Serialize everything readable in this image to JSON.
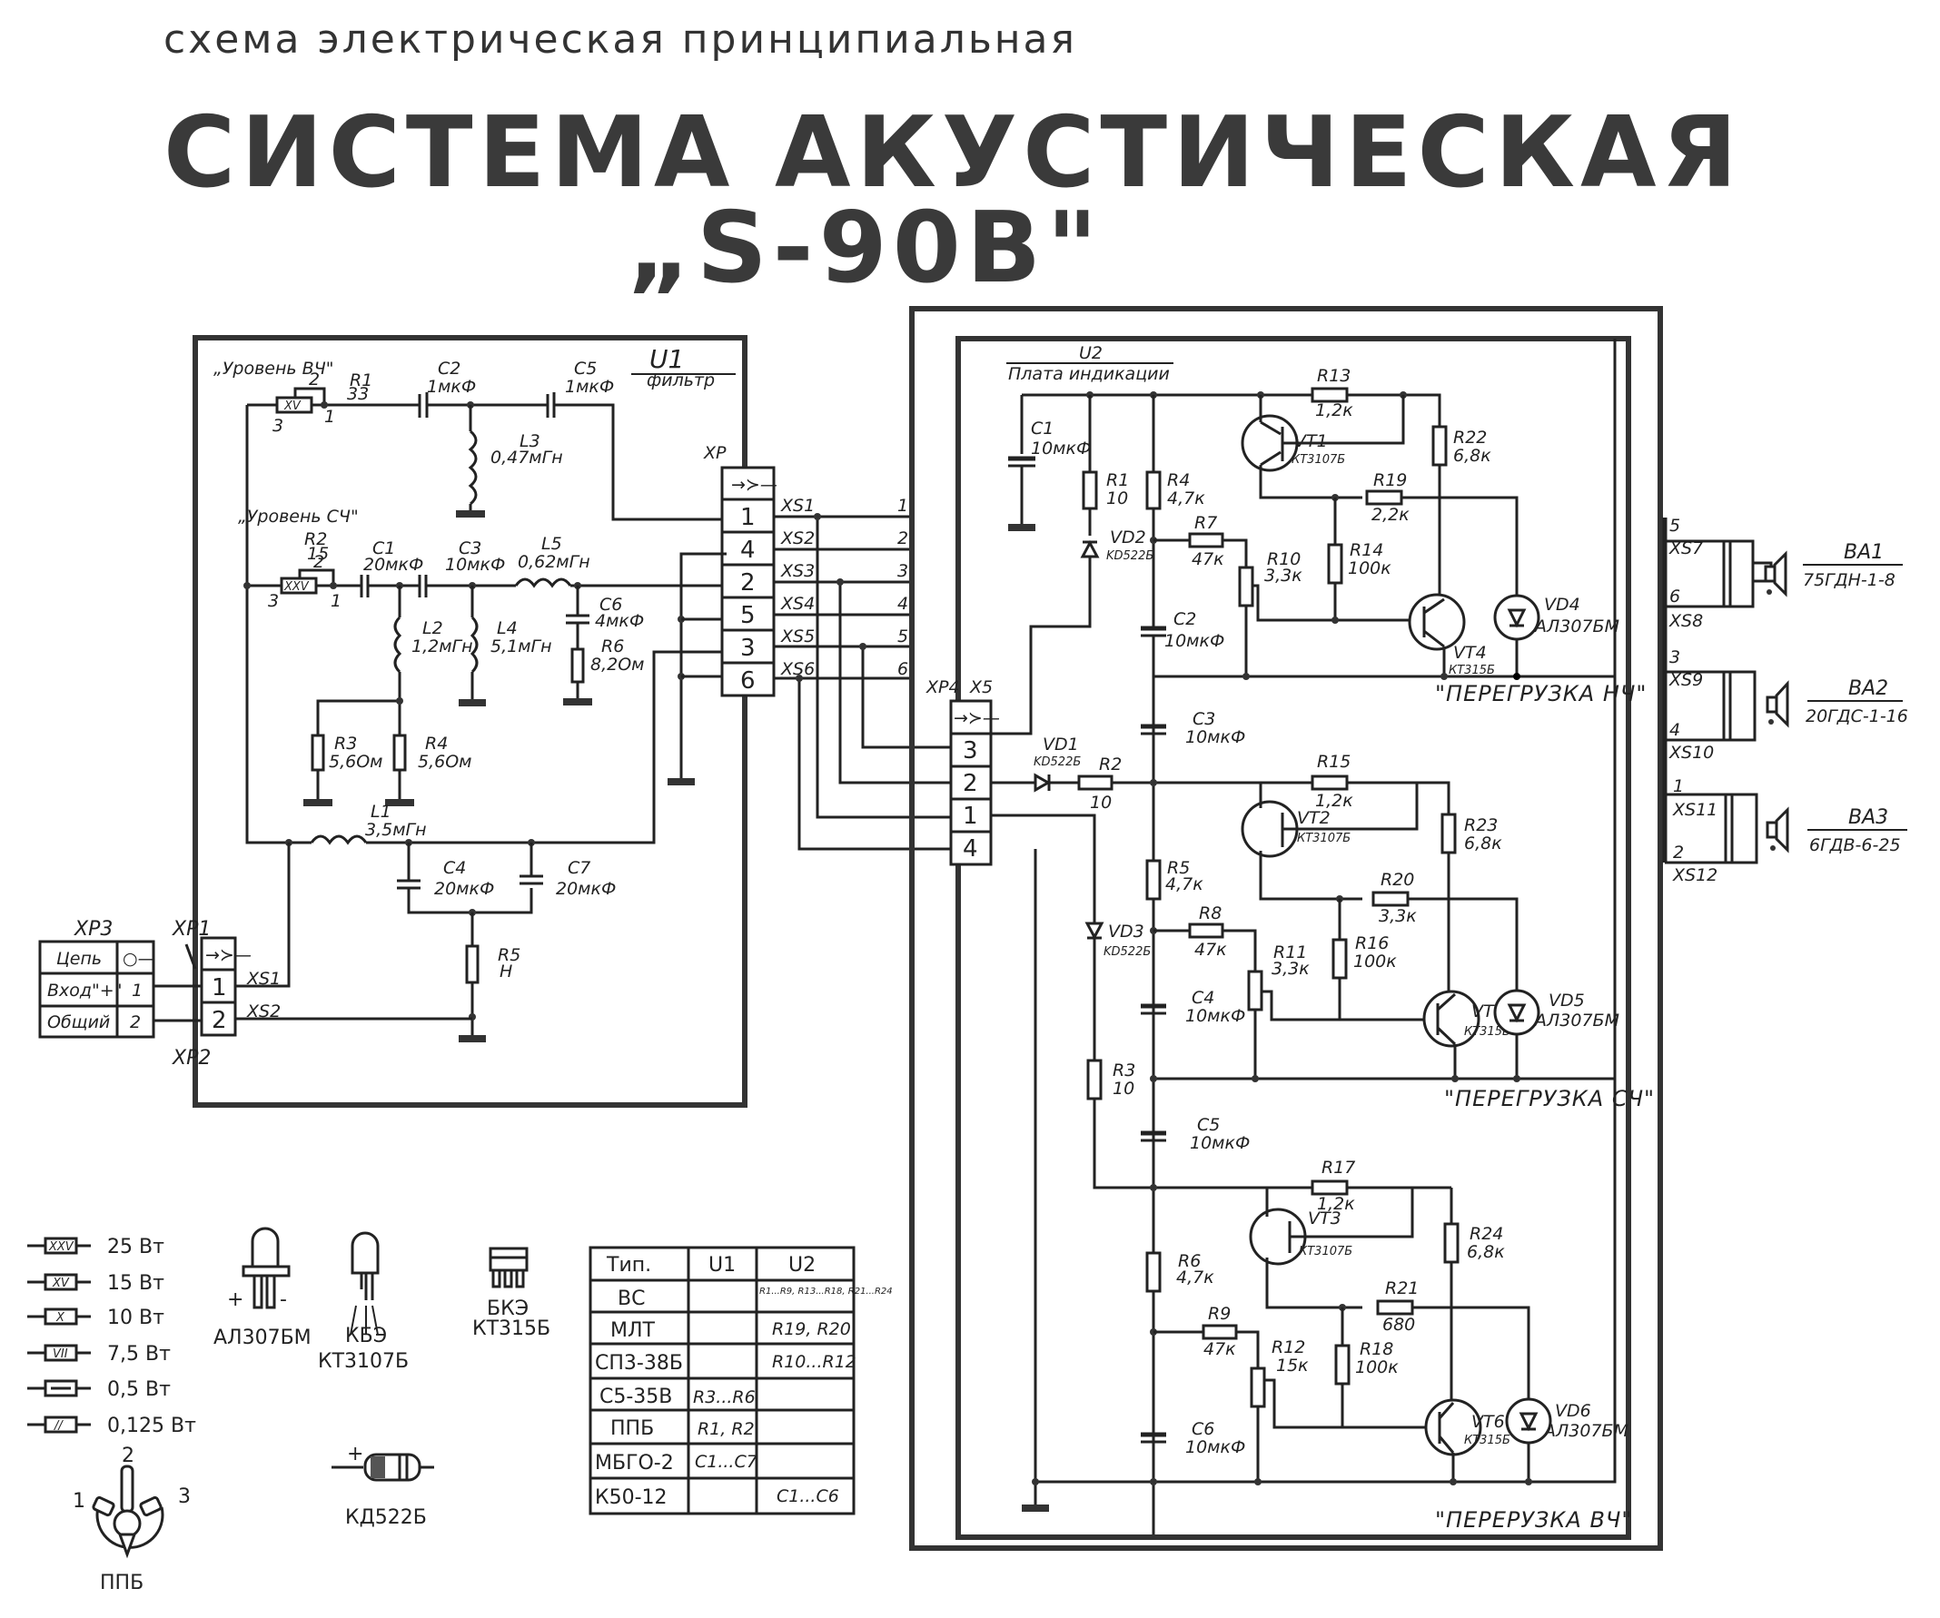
{
  "header": {
    "subtitle": "схема электрическая принципиальная",
    "title": "СИСТЕМА АКУСТИЧЕСКАЯ",
    "model": "„S-90В\""
  },
  "u1": {
    "name": "U1",
    "desc": "фильтр",
    "level_hf": "„Уровень ВЧ\"",
    "level_mf": "„Уровень СЧ\"",
    "components": {
      "R1": {
        "ref": "R1",
        "value": "33",
        "pins": [
          "3",
          "2",
          "1"
        ]
      },
      "R2": {
        "ref": "R2",
        "value": "15",
        "pins": [
          "3",
          "2",
          "1"
        ]
      },
      "C2": {
        "ref": "C2",
        "value": "1мкФ"
      },
      "C5": {
        "ref": "C5",
        "value": "1мкФ"
      },
      "L3": {
        "ref": "L3",
        "value": "0,47мГн"
      },
      "C1": {
        "ref": "C1",
        "value": "20мкФ"
      },
      "C3": {
        "ref": "C3",
        "value": "10мкФ"
      },
      "L5": {
        "ref": "L5",
        "value": "0,62мГн"
      },
      "C6": {
        "ref": "C6",
        "value": "4мкФ"
      },
      "R6": {
        "ref": "R6",
        "value": "8,2Ом"
      },
      "L2": {
        "ref": "L2",
        "value": "1,2мГн"
      },
      "L4": {
        "ref": "L4",
        "value": "5,1мГн"
      },
      "R3": {
        "ref": "R3",
        "value": "5,6Ом"
      },
      "R4": {
        "ref": "R4",
        "value": "5,6Ом"
      },
      "L1": {
        "ref": "L1",
        "value": "3,5мГн"
      },
      "C4": {
        "ref": "C4",
        "value": "20мкФ"
      },
      "C7": {
        "ref": "C7",
        "value": "20мкФ"
      },
      "R5": {
        "ref": "R5",
        "value": "Н"
      }
    },
    "xp": {
      "name": "XP",
      "pins": [
        "1",
        "4",
        "2",
        "5",
        "3",
        "6"
      ],
      "sockets": [
        "XS1",
        "XS2",
        "XS3",
        "XS4",
        "XS5",
        "XS6"
      ],
      "wire_nums": [
        "1",
        "2",
        "3",
        "4",
        "5",
        "6"
      ]
    }
  },
  "input": {
    "xp3": "XP3",
    "xp1": "XP1",
    "xp2": "XP2",
    "rows": [
      {
        "label": "Цепь",
        "pin": "○—"
      },
      {
        "label": "Вход\"+\"",
        "pin": "1"
      },
      {
        "label": "Общий",
        "pin": "2"
      }
    ],
    "connector_pins": [
      "1",
      "2"
    ],
    "sockets": [
      "XS1",
      "XS2"
    ]
  },
  "u2": {
    "name": "U2",
    "desc": "Плата индикации",
    "xp4": "XP4",
    "xs5": "X5",
    "pins": [
      "3",
      "2",
      "1",
      "4"
    ],
    "components": {
      "C1": {
        "ref": "C1",
        "value": "10мкФ"
      },
      "R1": {
        "ref": "R1",
        "value": "10"
      },
      "VD2": {
        "ref": "VD2",
        "value": "KD522Б"
      },
      "R4": {
        "ref": "R4",
        "value": "4,7к"
      },
      "R7": {
        "ref": "R7",
        "value": "47к"
      },
      "R10": {
        "ref": "R10",
        "value": "3,3к"
      },
      "C2": {
        "ref": "C2",
        "value": "10мкФ"
      },
      "R13": {
        "ref": "R13",
        "value": "1,2к"
      },
      "VT1": {
        "ref": "VT1",
        "value": "КТ3107Б"
      },
      "R22": {
        "ref": "R22",
        "value": "6,8к"
      },
      "R19": {
        "ref": "R19",
        "value": "2,2к"
      },
      "R14": {
        "ref": "R14",
        "value": "100к"
      },
      "VT4": {
        "ref": "VT4",
        "value": "КТ315Б"
      },
      "VD4": {
        "ref": "VD4",
        "value": "АЛ307БМ"
      },
      "C3": {
        "ref": "C3",
        "value": "10мкФ"
      },
      "VD1": {
        "ref": "VD1",
        "value": "KD522Б"
      },
      "R2": {
        "ref": "R2",
        "value": "10"
      },
      "R15": {
        "ref": "R15",
        "value": "1,2к"
      },
      "VT2": {
        "ref": "VT2",
        "value": "КТ3107Б"
      },
      "R23": {
        "ref": "R23",
        "value": "6,8к"
      },
      "R5": {
        "ref": "R5",
        "value": "4,7к"
      },
      "R20": {
        "ref": "R20",
        "value": "3,3к"
      },
      "R8": {
        "ref": "R8",
        "value": "47к"
      },
      "R11": {
        "ref": "R11",
        "value": "3,3к"
      },
      "R16": {
        "ref": "R16",
        "value": "100к"
      },
      "VD3": {
        "ref": "VD3",
        "value": "KD522Б"
      },
      "C4": {
        "ref": "C4",
        "value": "10мкФ"
      },
      "VT5": {
        "ref": "VT5",
        "value": "КТ315Б"
      },
      "VD5": {
        "ref": "VD5",
        "value": "АЛ307БМ"
      },
      "R3": {
        "ref": "R3",
        "value": "10"
      },
      "C5": {
        "ref": "C5",
        "value": "10мкФ"
      },
      "R17": {
        "ref": "R17",
        "value": "1,2к"
      },
      "VT3": {
        "ref": "VT3",
        "value": "КТ3107Б"
      },
      "R24": {
        "ref": "R24",
        "value": "6,8к"
      },
      "R6": {
        "ref": "R6",
        "value": "4,7к"
      },
      "R21": {
        "ref": "R21",
        "value": "680"
      },
      "R9": {
        "ref": "R9",
        "value": "47к"
      },
      "R12": {
        "ref": "R12",
        "value": "15к"
      },
      "R18": {
        "ref": "R18",
        "value": "100к"
      },
      "VT6": {
        "ref": "VT6",
        "value": "КТ315Б"
      },
      "VD6": {
        "ref": "VD6",
        "value": "АЛ307БМ"
      },
      "C6": {
        "ref": "C6",
        "value": "10мкФ"
      }
    },
    "overload_lf": "\"ПЕРЕГРУЗКА НЧ\"",
    "overload_mf": "\"ПЕРЕГРУЗКА СЧ\"",
    "overload_hf": "\"ПЕРЕРУЗКА ВЧ\""
  },
  "speakers": [
    {
      "ref": "BA1",
      "model": "75ГДН-1-8",
      "pins": [
        "5",
        "6"
      ],
      "sockets": [
        "XS7",
        "XS8"
      ]
    },
    {
      "ref": "BA2",
      "model": "20ГДС-1-16",
      "pins": [
        "3",
        "4"
      ],
      "sockets": [
        "XS9",
        "XS10"
      ]
    },
    {
      "ref": "BA3",
      "model": "6ГДВ-6-25",
      "pins": [
        "1",
        "2"
      ],
      "sockets": [
        "XS11",
        "XS12"
      ]
    }
  ],
  "legend": {
    "resistor_power": [
      {
        "mark": "XXV",
        "label": "25 Вт"
      },
      {
        "mark": "XV",
        "label": "15 Вт"
      },
      {
        "mark": "X",
        "label": "10 Вт"
      },
      {
        "mark": "VII",
        "label": "7,5 Вт"
      },
      {
        "mark": "—",
        "label": "0,5 Вт"
      },
      {
        "mark": "//",
        "label": "0,125 Вт"
      }
    ],
    "led": {
      "label": "АЛ307БМ",
      "plus": "+",
      "minus": "-"
    },
    "tr1": {
      "pins": "КБЭ",
      "label": "КТ3107Б"
    },
    "tr2": {
      "pins": "БКЭ",
      "label": "КТ315Б"
    },
    "diode": {
      "label": "КД522Б",
      "plus": "+"
    },
    "pot": {
      "label": "ППБ",
      "pins": [
        "1",
        "2",
        "3"
      ]
    }
  },
  "parts_table": {
    "headers": [
      "Тип.",
      "U1",
      "U2"
    ],
    "rows": [
      [
        "ВС",
        "",
        "R1...R9, R13...R18, R21...R24"
      ],
      [
        "МЛТ",
        "",
        "R19, R20"
      ],
      [
        "СП3-38Б",
        "",
        "R10...R12"
      ],
      [
        "С5-35В",
        "R3...R6",
        ""
      ],
      [
        "ППБ",
        "R1, R2",
        ""
      ],
      [
        "МБГО-2",
        "C1...C7",
        ""
      ],
      [
        "К50-12",
        "",
        "C1...C6"
      ]
    ]
  }
}
